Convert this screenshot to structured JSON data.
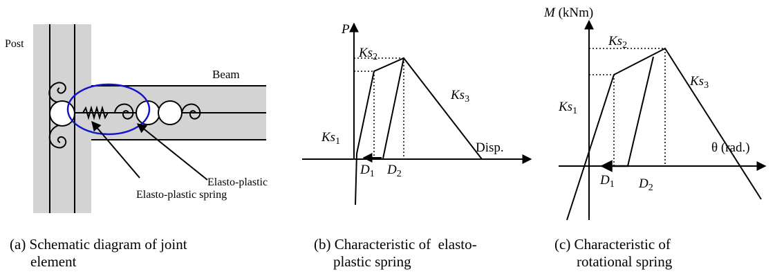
{
  "panel_a": {
    "post_label": "Post",
    "beam_label": "Beam",
    "elasto_plastic_label": "Elasto-plastic",
    "elasto_plastic_spring_label": "Elasto-plastic spring",
    "caption_line1": "(a) Schematic diagram of joint",
    "caption_line2": "element"
  },
  "panel_b": {
    "y_axis_label": "P",
    "x_axis_label": "Disp.",
    "ks1": "Ks",
    "ks1_sub": "1",
    "ks2": "Ks",
    "ks2_sub": "2",
    "ks3": "Ks",
    "ks3_sub": "3",
    "d1": "D",
    "d1_sub": "1",
    "d2": "D",
    "d2_sub": "2",
    "caption_line1": "(b) Characteristic of  elasto-",
    "caption_line2": "plastic spring"
  },
  "panel_c": {
    "y_axis_label_var": "M",
    "y_axis_label_unit": " (kNm)",
    "x_axis_label": "θ (rad.)",
    "ks1": "Ks",
    "ks1_sub": "1",
    "ks2": "Ks",
    "ks2_sub": "2",
    "ks3": "Ks",
    "ks3_sub": "3",
    "d1": "D",
    "d1_sub": "1",
    "d2": "D",
    "d2_sub": "2",
    "caption_line1": "(c) Characteristic of",
    "caption_line2": "rotational spring"
  },
  "colors": {
    "member_fill": "#d3d3d3",
    "highlight_ellipse": "#1414c8",
    "line": "#000000"
  }
}
